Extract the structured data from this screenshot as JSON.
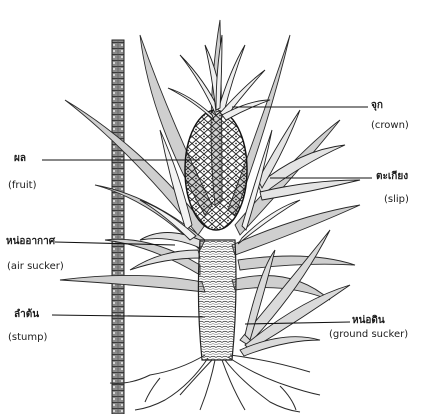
{
  "labels": {
    "crown": {
      "th": "จุก",
      "en": "(crown)"
    },
    "fruit": {
      "th": "ผล",
      "en": "(fruit)"
    },
    "slip": {
      "th": "ตะเกียง",
      "en": "(slip)"
    },
    "air_sucker": {
      "th": "หน่ออากาศ",
      "en": "(air sucker)"
    },
    "stump": {
      "th": "ลำต้น",
      "en": "(stump)"
    },
    "ground_sucker": {
      "th": "หน่อดิน",
      "en": "(ground sucker)"
    }
  }
}
